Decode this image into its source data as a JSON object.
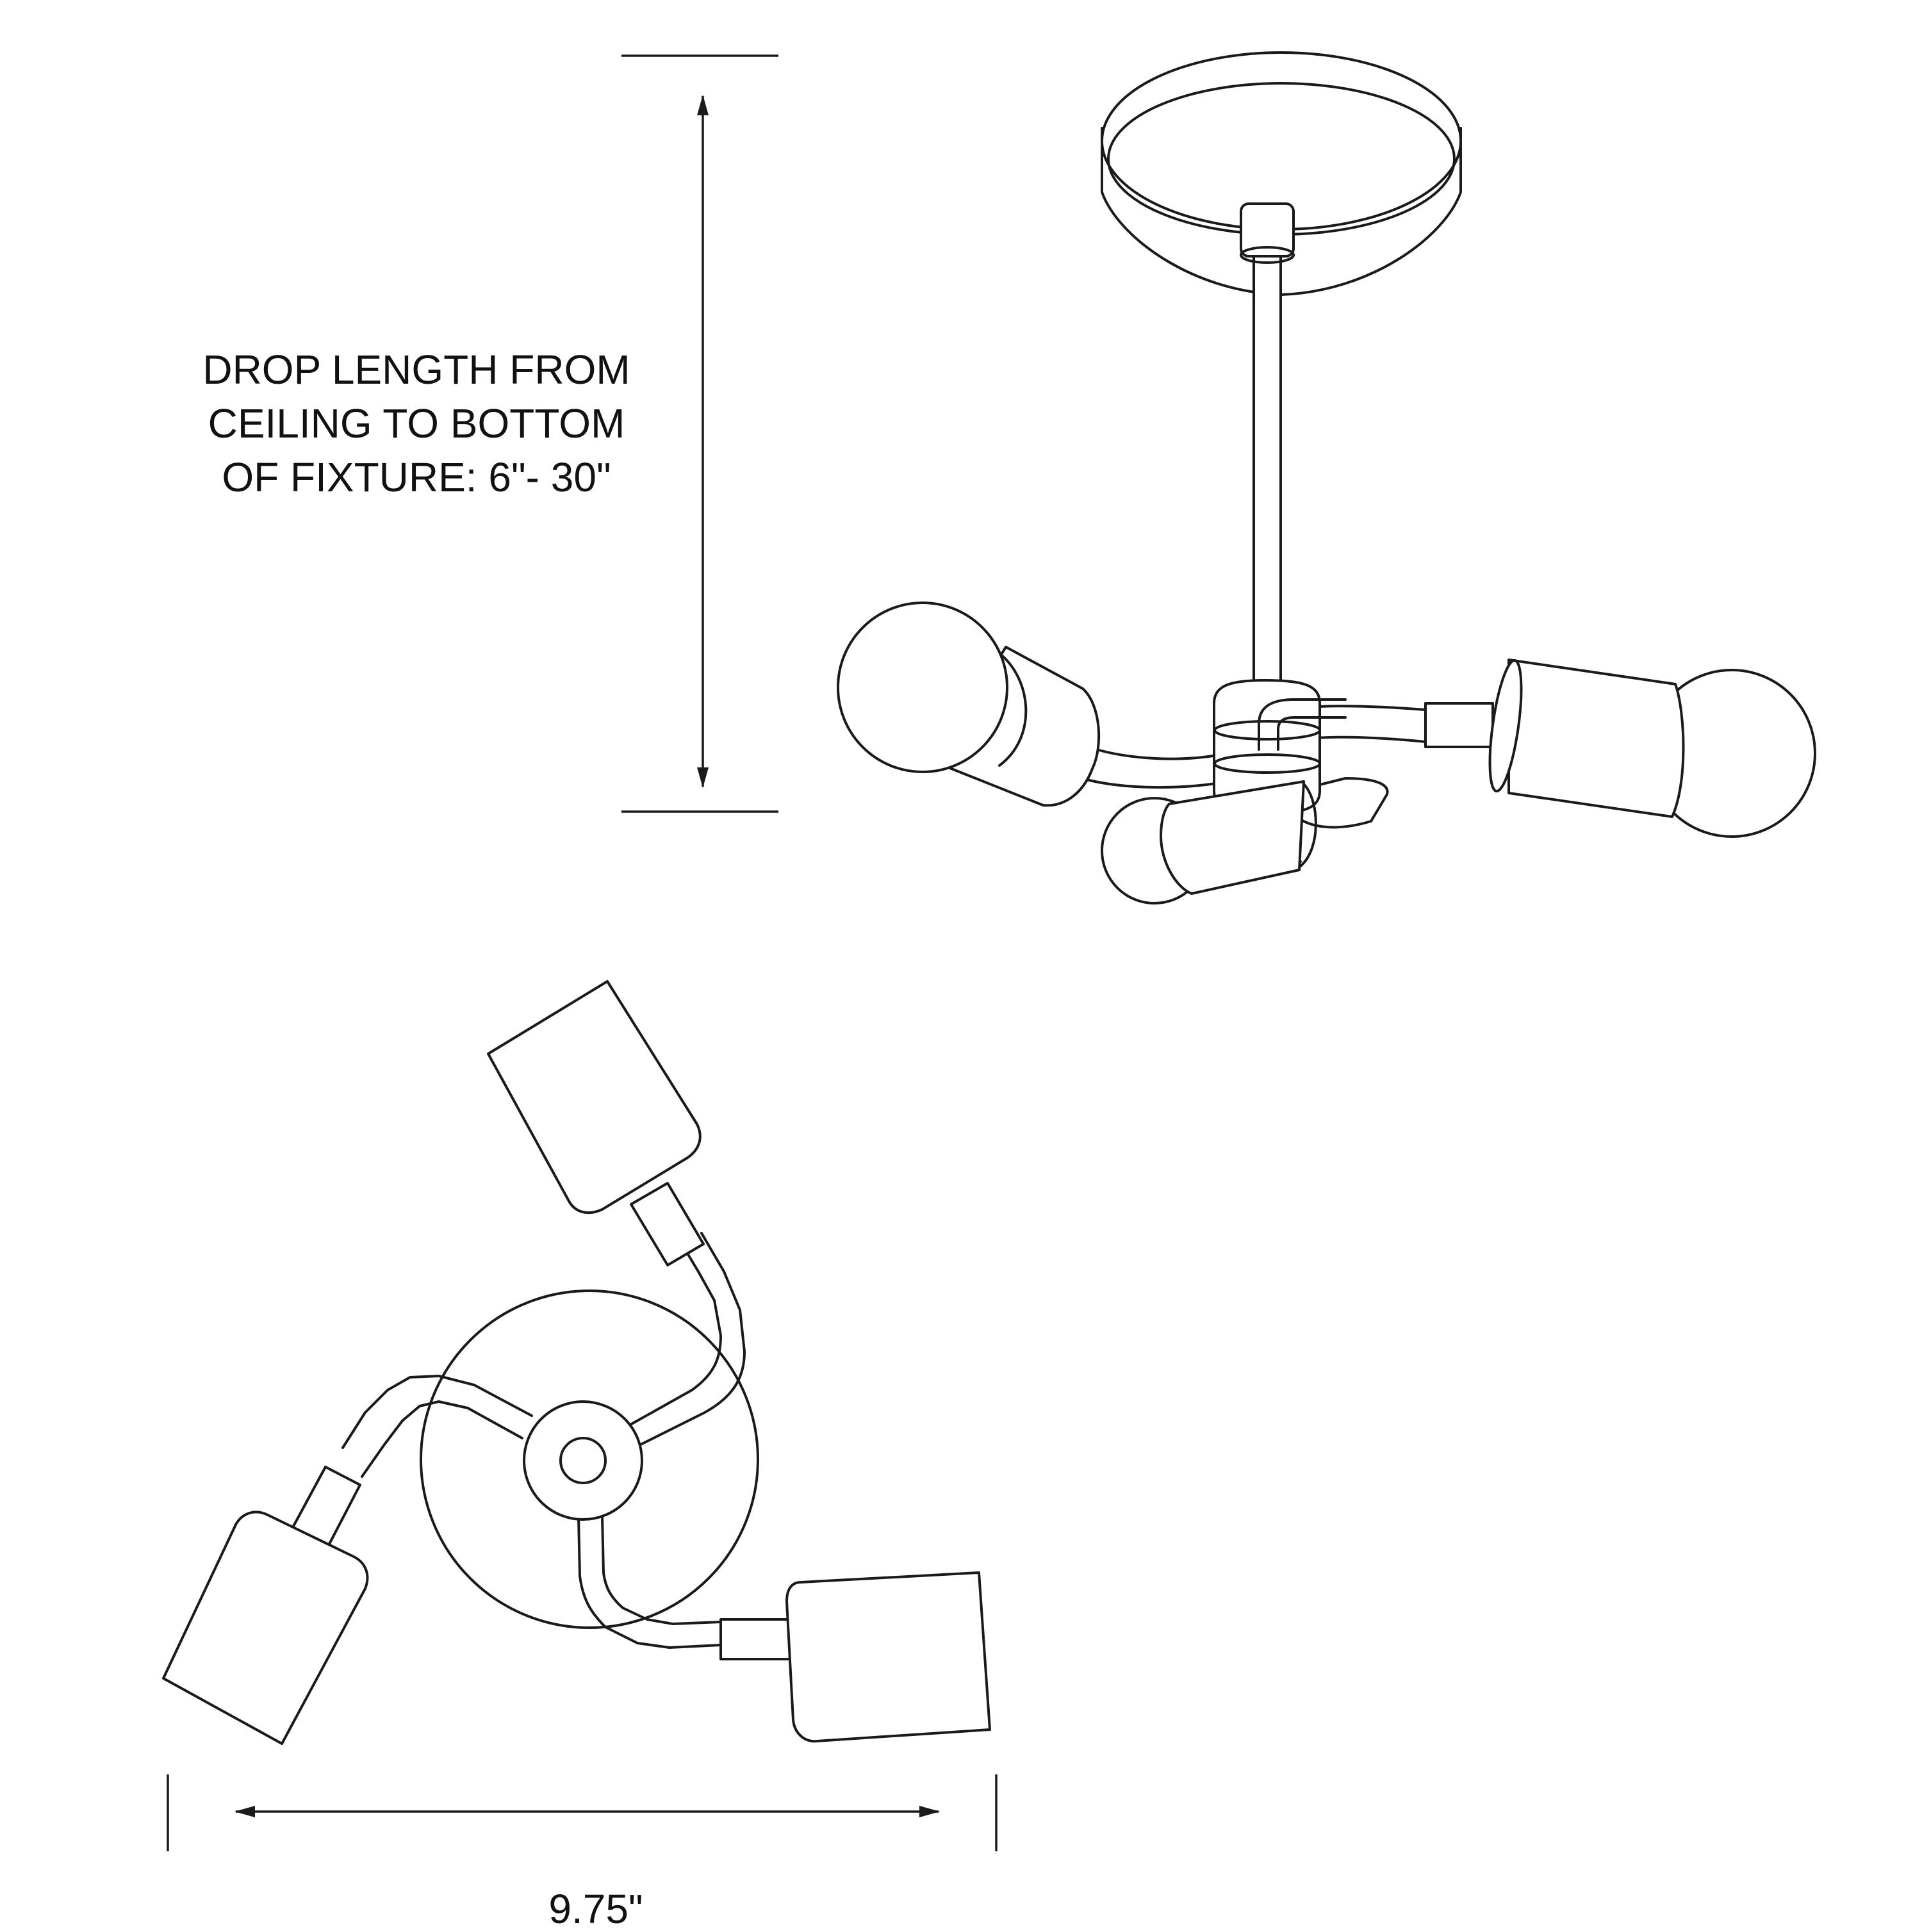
{
  "diagram": {
    "drop_length": {
      "lines": [
        "DROP LENGTH FROM",
        "CEILING TO BOTTOM",
        "OF FIXTURE: 6\"- 30\""
      ]
    },
    "width": {
      "label": "9.75\""
    }
  }
}
